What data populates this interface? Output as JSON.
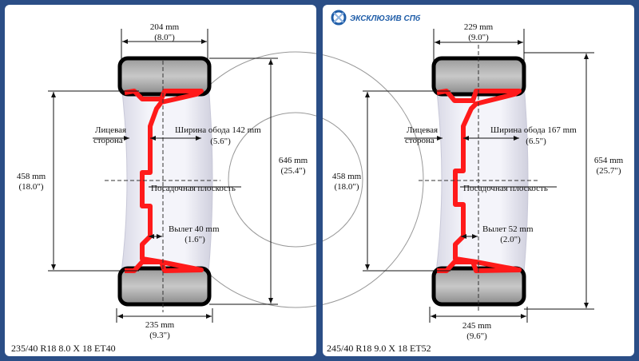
{
  "brand": {
    "name": "ЭКСКЛЮЗИВ СПб",
    "color": "#1f5da8"
  },
  "colors": {
    "background": "#2b4e86",
    "rim": "#ff1a1a",
    "tire": "#000000"
  },
  "labels": {
    "face_side": [
      "Лицевая",
      "сторона"
    ],
    "mount_plane": "Посадочная плоскость"
  },
  "left": {
    "spec": "235/40 R18    8.0 X 18 ET40",
    "top_width": [
      "204 mm",
      "(8.0\")"
    ],
    "bottom_width": [
      "235 mm",
      "(9.3\")"
    ],
    "rim_diameter": [
      "458 mm",
      "(18.0\")"
    ],
    "outer_diameter": [
      "646 mm",
      "(25.4\")"
    ],
    "rim_width": [
      "Ширина обода 142 mm",
      "(5.6\")"
    ],
    "offset": [
      "Вылет 40 mm",
      "(1.6\")"
    ]
  },
  "right": {
    "spec": "245/40 R18    9.0 X 18 ET52",
    "top_width": [
      "229 mm",
      "(9.0\")"
    ],
    "bottom_width": [
      "245 mm",
      "(9.6\")"
    ],
    "rim_diameter": [
      "458 mm",
      "(18.0\")"
    ],
    "outer_diameter": [
      "654 mm",
      "(25.7\")"
    ],
    "rim_width": [
      "Ширина обода 167 mm",
      "(6.5\")"
    ],
    "offset": [
      "Вылет 52 mm",
      "(2.0\")"
    ]
  }
}
